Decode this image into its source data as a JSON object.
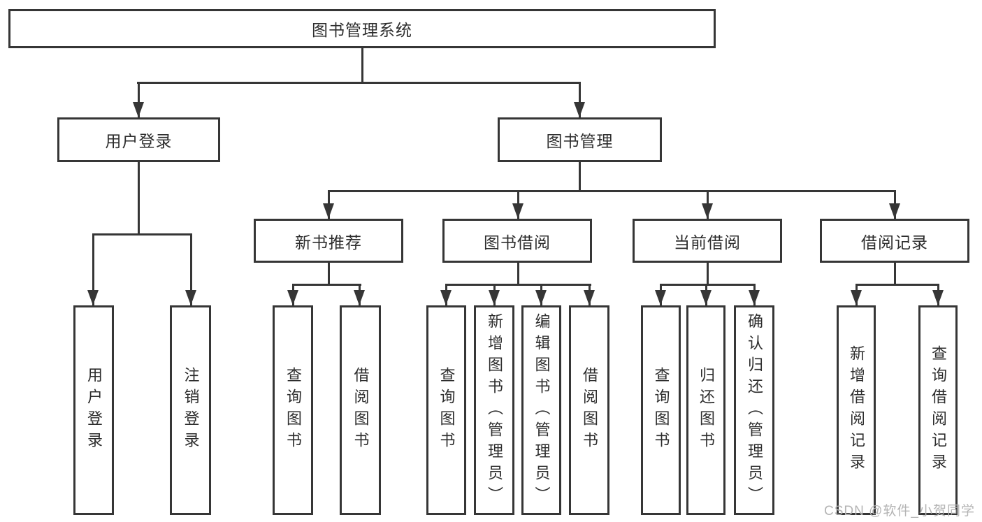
{
  "watermark": "CSDN @软件_小贺同学",
  "colors": {
    "line": "#363636",
    "text": "#2d2d2d",
    "watermark": "#b4b4b4",
    "background": "#ffffff"
  },
  "tree": {
    "root": {
      "label": "图书管理系统",
      "children": [
        {
          "label": "用户登录",
          "children": [
            {
              "label": "用户登录"
            },
            {
              "label": "注销登录"
            }
          ]
        },
        {
          "label": "图书管理",
          "children": [
            {
              "label": "新书推荐",
              "children": [
                {
                  "label": "查询图书"
                },
                {
                  "label": "借阅图书"
                }
              ]
            },
            {
              "label": "图书借阅",
              "children": [
                {
                  "label": "查询图书"
                },
                {
                  "label": "新增图书（管理员）"
                },
                {
                  "label": "编辑图书（管理员）"
                },
                {
                  "label": "借阅图书"
                }
              ]
            },
            {
              "label": "当前借阅",
              "children": [
                {
                  "label": "查询图书"
                },
                {
                  "label": "归还图书"
                },
                {
                  "label": "确认归还（管理员）"
                }
              ]
            },
            {
              "label": "借阅记录",
              "children": [
                {
                  "label": "新增借阅记录"
                },
                {
                  "label": "查询借阅记录"
                }
              ]
            }
          ]
        }
      ]
    }
  }
}
